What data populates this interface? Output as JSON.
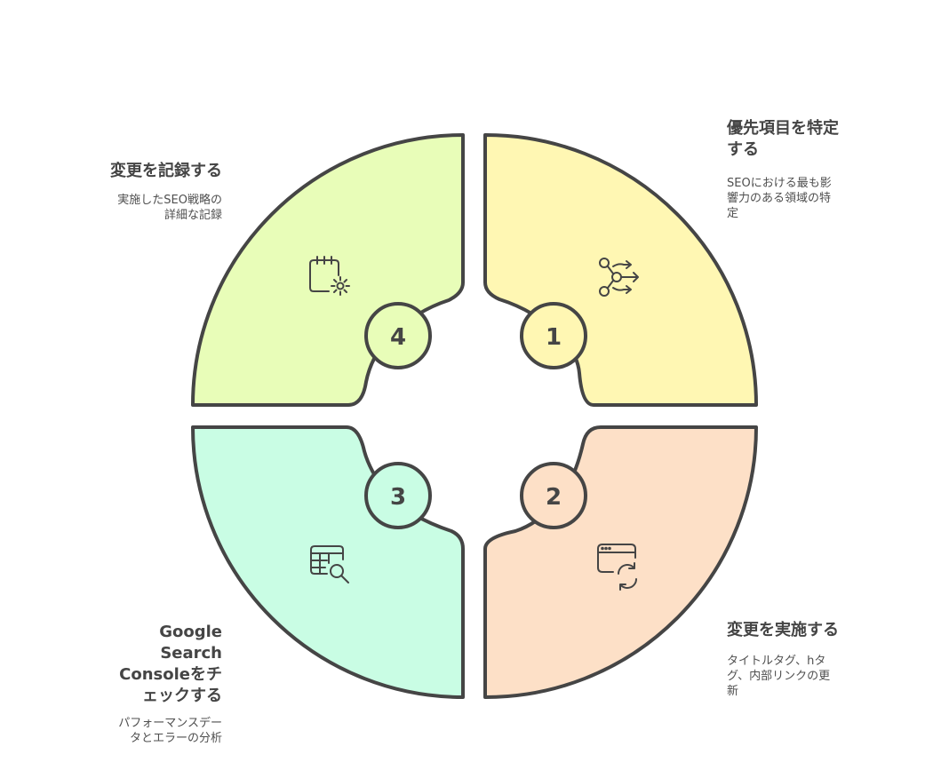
{
  "colors": {
    "outline": "#454545",
    "segment_1": "#fff7b3",
    "segment_2": "#fde0c7",
    "segment_3": "#c9fde4",
    "segment_4": "#e8fdb8",
    "background": "#ffffff"
  },
  "steps": [
    {
      "number": "1",
      "title": "優先項目を特定\nする",
      "description": "SEOにおける最も影\n響力のある領域の特\n定",
      "icon": "branching-arrows-icon"
    },
    {
      "number": "2",
      "title": "変更を実施する",
      "description": "タイトルタグ、hタ\nグ、内部リンクの更\n新",
      "icon": "browser-refresh-icon"
    },
    {
      "number": "3",
      "title": "Google\nSearch\nConsoleをチ\nェックする",
      "description": "パフォーマンスデー\nタとエラーの分析",
      "icon": "table-search-icon"
    },
    {
      "number": "4",
      "title": "変更を記録する",
      "description": "実施したSEO戦略の\n詳細な記録",
      "icon": "notepad-gear-icon"
    }
  ]
}
